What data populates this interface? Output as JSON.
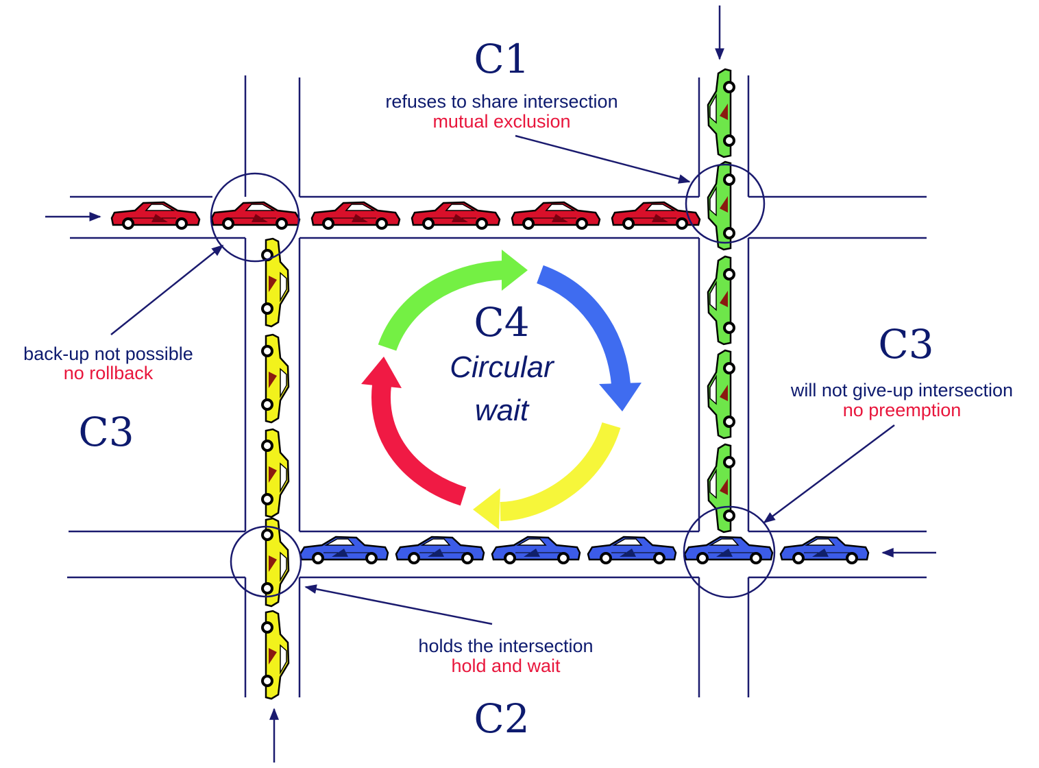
{
  "colors": {
    "road": "#1a1a6e",
    "text_dark": "#0d1a6e",
    "text_red": "#e8163c",
    "car_red": "#d8102a",
    "car_yellow": "#f2f21c",
    "car_green": "#6ee64a",
    "car_blue": "#3c5ce8",
    "arrow_green": "#74f044",
    "arrow_blue": "#3f6cf0",
    "arrow_yellow": "#f6f63a",
    "arrow_red": "#f01a44"
  },
  "labels": {
    "c1": "C1",
    "c2": "C2",
    "c3_left": "C3",
    "c3_right": "C3",
    "c4": "C4",
    "circular": "Circular",
    "wait": "wait"
  },
  "annotations": {
    "top": {
      "line1": "refuses to share intersection",
      "line2": "mutual exclusion"
    },
    "left": {
      "line1": "back-up not possible",
      "line2": "no rollback"
    },
    "right": {
      "line1": "will not give-up intersection",
      "line2": "no preemption"
    },
    "bottom": {
      "line1": "holds the intersection",
      "line2": "hold and wait"
    }
  },
  "icons": {
    "car": "sports-car-icon",
    "cycle": "circular-arrow-icon",
    "flow": "traffic-direction-arrow-icon"
  }
}
